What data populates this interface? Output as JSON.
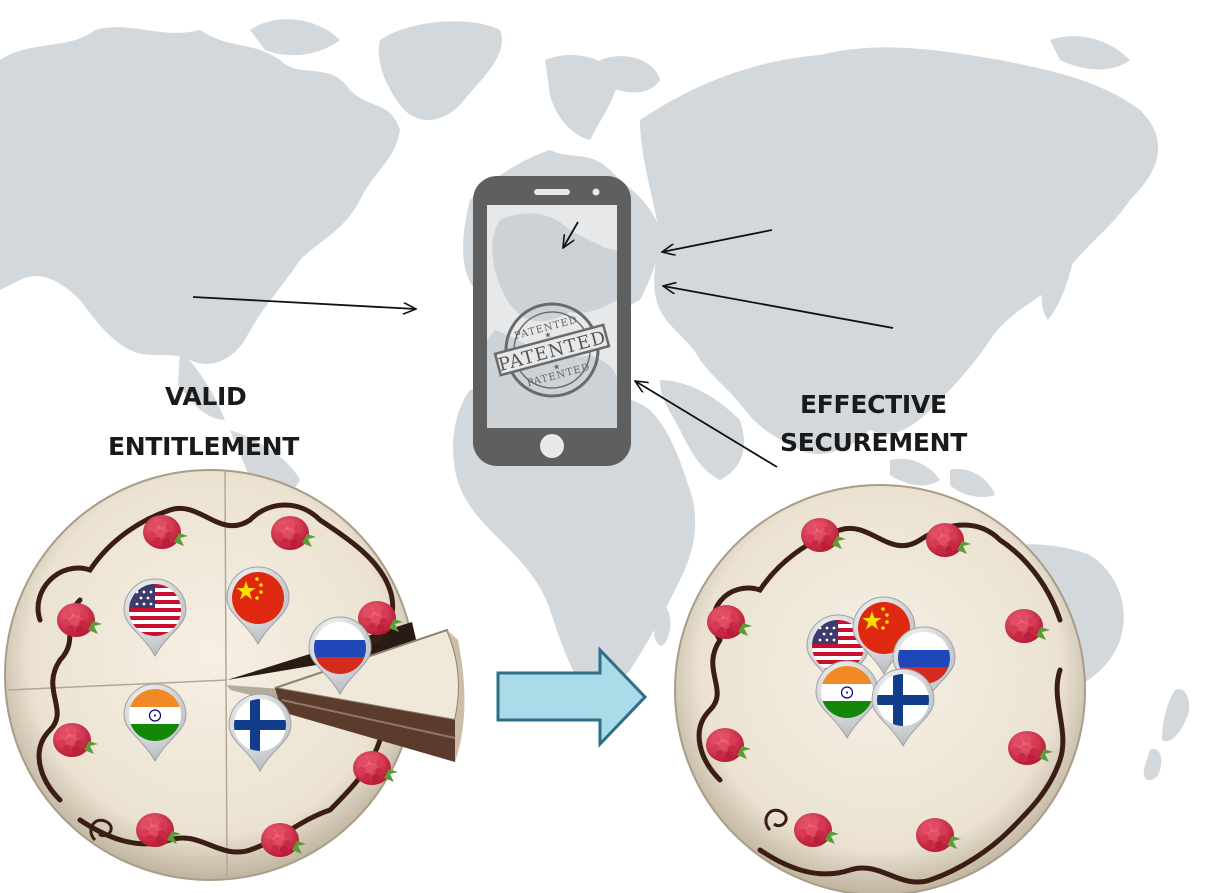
{
  "labels": {
    "left_line1": "VALID",
    "left_line2": "ENTITLEMENT",
    "right_line1": "EFFECTIVE",
    "right_line2": "SECUREMENT"
  },
  "stamp": {
    "center_text": "PATENTED",
    "ring_top_text": "PATENTED",
    "ring_bottom_text": "PATENTED"
  },
  "flags": {
    "left_cake": [
      "us-flag-icon",
      "china-flag-icon",
      "russia-flag-icon",
      "india-flag-icon",
      "finland-flag-icon"
    ],
    "right_cake": [
      "us-flag-icon",
      "china-flag-icon",
      "russia-flag-icon",
      "india-flag-icon",
      "finland-flag-icon"
    ]
  },
  "colors": {
    "map": "#d3d8dc",
    "phone": "#5f5f5f",
    "cake": "#efe7d8",
    "chocolate": "#3a1e14",
    "raspberry": "#d2314a",
    "arrow_fill": "#a9dbe8",
    "arrow_stroke": "#2e6f86"
  }
}
